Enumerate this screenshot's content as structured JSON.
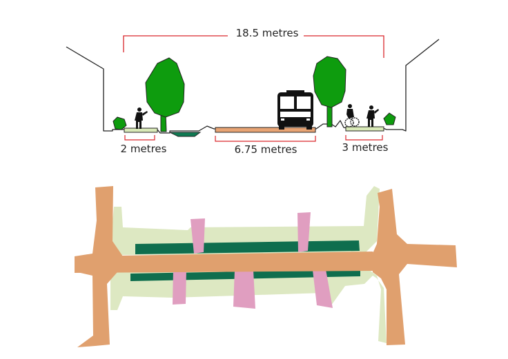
{
  "cross_section": {
    "total_width_label": "18.5 metres",
    "left_footpath_label": "2 metres",
    "carriageway_label": "6.75 metres",
    "right_footpath_label": "3 metres"
  },
  "colors": {
    "dimension_line": "#d9262b",
    "outline": "#222222",
    "tree": "#0e9c0e",
    "road_section": "#e8a474",
    "footpath_section": "#d9eab8",
    "verge_section": "#0f7a52",
    "plan_road": "#e0a06e",
    "plan_footpath": "#dde8c2",
    "plan_median": "#0f6e4e",
    "plan_crossing": "#e09ec0"
  }
}
